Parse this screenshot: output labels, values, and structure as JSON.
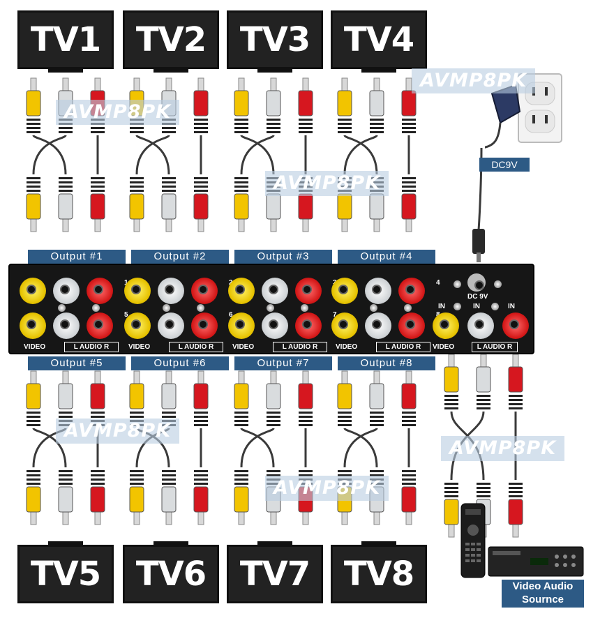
{
  "tvs_top": [
    "TV1",
    "TV2",
    "TV3",
    "TV4"
  ],
  "tvs_bottom": [
    "TV5",
    "TV6",
    "TV7",
    "TV8"
  ],
  "outputs_top": [
    "Output #1",
    "Output #2",
    "Output #3",
    "Output #4"
  ],
  "outputs_bottom": [
    "Output #5",
    "Output #6",
    "Output #7",
    "Output #8"
  ],
  "watermark": "AVMP8PK",
  "power_label": "DC9V",
  "device": {
    "port_numbers_top": [
      "1",
      "2",
      "3",
      "4"
    ],
    "port_numbers_bottom": [
      "5",
      "6",
      "7",
      "8"
    ],
    "video_label": "VIDEO",
    "audio_label": "L AUDIO R",
    "in_label": "IN",
    "dc_label": "DC 9V"
  },
  "source_label_line1": "Video Audio",
  "source_label_line2": "Sournce",
  "colors": {
    "yellow": "#f2c400",
    "white": "#d9dcde",
    "red": "#d6171f",
    "banner": "#2d5a85",
    "cable": "#3a3a3a"
  }
}
